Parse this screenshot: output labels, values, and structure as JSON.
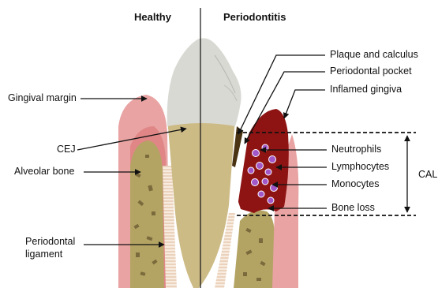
{
  "headers": {
    "left": "Healthy",
    "right": "Periodontitis"
  },
  "labels": {
    "gingival_margin": "Gingival margin",
    "cej": "CEJ",
    "alveolar_bone": "Alveolar bone",
    "periodontal_ligament_line1": "Periodontal",
    "periodontal_ligament_line2": "ligament",
    "plaque_calculus": "Plaque and calculus",
    "periodontal_pocket": "Periodontal pocket",
    "inflamed_gingiva": "Inflamed gingiva",
    "neutrophils": "Neutrophils",
    "lymphocytes": "Lymphocytes",
    "monocytes": "Monocytes",
    "bone_loss": "Bone loss",
    "cal": "CAL"
  },
  "colors": {
    "gingiva_outer": "#e9a3a3",
    "gingiva_inner": "#d86f6f",
    "inflamed_gingiva": "#8e1414",
    "enamel": "#d9d9d4",
    "root": "#cdbb86",
    "bone": "#b3a464",
    "bone_spot": "#7a6a3c",
    "ligament": "#f4e6d0",
    "immune_cell": "#a257c9",
    "calculus": "#4a3312"
  }
}
